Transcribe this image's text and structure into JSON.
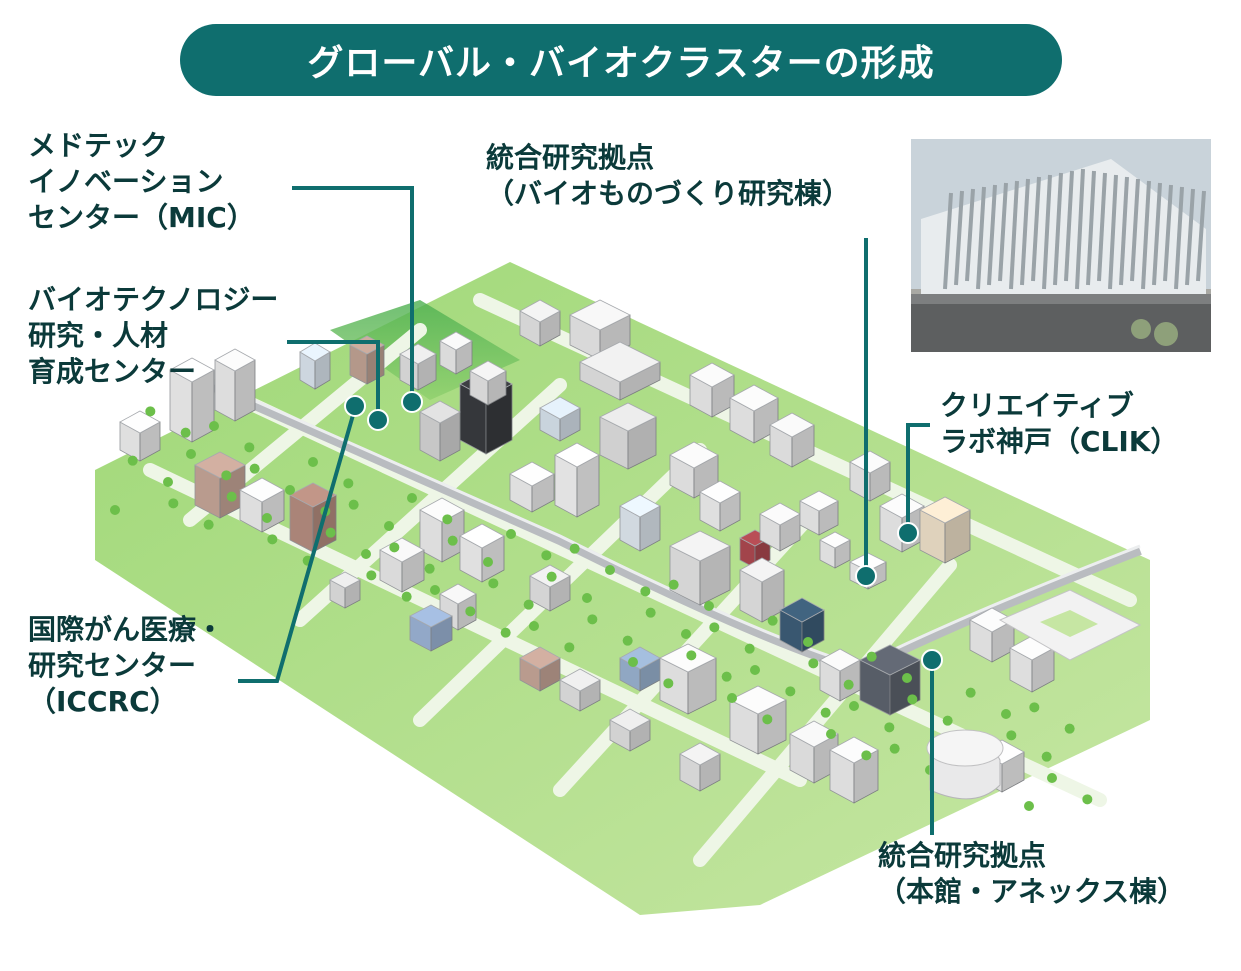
{
  "title": "グローバル・バイオクラスターの形成",
  "labels": {
    "mic": [
      "メドテック",
      "イノベーション",
      "センター（MIC）"
    ],
    "biotech": [
      "バイオテクノロジー",
      "研究・人材",
      "育成センター"
    ],
    "iccrc": [
      "国際がん医療・",
      "研究センター",
      "（ICCRC）"
    ],
    "bio_mono": [
      "統合研究拠点",
      "（バイオものづくり研究棟）"
    ],
    "clik": [
      "クリエイティブ",
      "ラボ神戸（CLIK）"
    ],
    "honkan": [
      "統合研究拠点",
      "（本館・アネックス棟）"
    ]
  },
  "colors": {
    "accent": "#0f6e6e",
    "label_text": "#0b3a3a",
    "ground": "#b8e08e",
    "road": "#eaf3e2"
  }
}
